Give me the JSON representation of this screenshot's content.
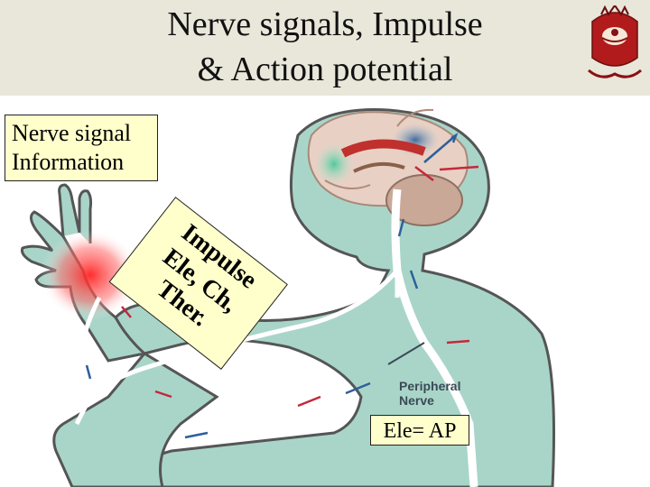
{
  "title": {
    "line1": "Nerve signals, Impulse",
    "line2": "& Action potential"
  },
  "boxes": {
    "info_line1": "Nerve signal",
    "info_line2": "Information",
    "rotated_line1": "Impulse",
    "rotated_line2": "Ele, Ch, Ther.",
    "ap_label": "Ele= AP"
  },
  "figure_labels": {
    "peripheral_line1": "Peripheral",
    "peripheral_line2": "Nerve"
  },
  "colors": {
    "body_fill": "#a9d5c9",
    "body_outline": "#555555",
    "nerve": "#ffffff",
    "pain_red": "#ff3b3b",
    "arrow_red": "#c5283a",
    "arrow_blue": "#2d5f9a",
    "brain": "#e8d0c4",
    "box_fill": "#ffffcc"
  },
  "icons": {
    "logo": "university-crest-icon"
  }
}
